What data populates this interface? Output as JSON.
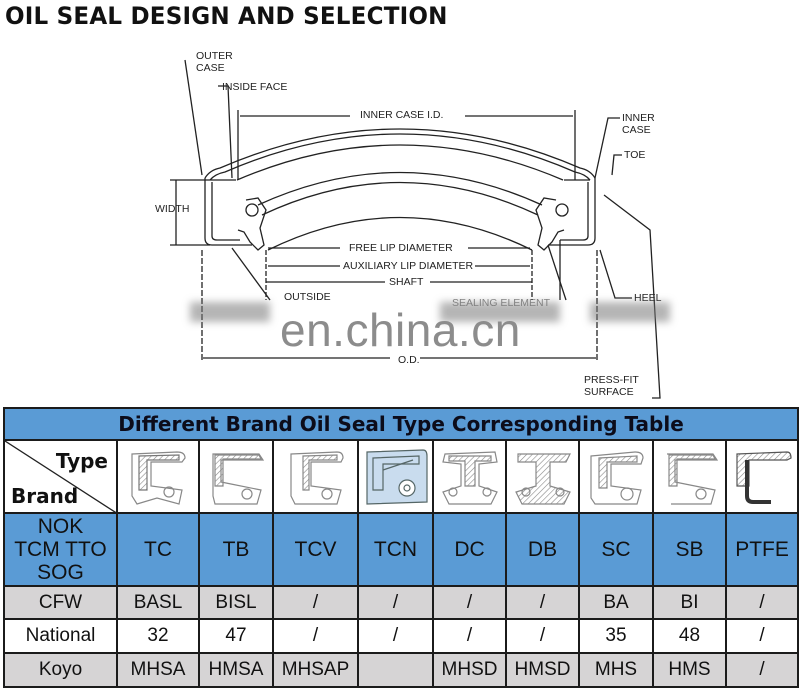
{
  "page_title": "OIL SEAL DESIGN AND SELECTION",
  "diagram": {
    "labels": {
      "outer_case": "OUTER\nCASE",
      "outer_case_l1": "OUTER",
      "outer_case_l2": "CASE",
      "inside_face": "INSIDE FACE",
      "inner_case_id": "INNER CASE I.D.",
      "inner_case_l1": "INNER",
      "inner_case_l2": "CASE",
      "toe": "TOE",
      "width": "WIDTH",
      "free_lip_diameter": "FREE LIP DIAMETER",
      "auxiliary_lip_diameter": "AUXILIARY LIP DIAMETER",
      "shaft": "SHAFT",
      "outside": "OUTSIDE",
      "sealing_element": "SEALING ELEMENT",
      "heel": "HEEL",
      "od": "O.D.",
      "press_fit_l1": "PRESS-FIT",
      "press_fit_l2": "SURFACE"
    },
    "watermark": "en.china.cn"
  },
  "table": {
    "title": "Different Brand Oil Seal Type Corresponding Table",
    "corner_type": "Type",
    "corner_brand": "Brand",
    "type_icons": [
      "seal-tc-icon",
      "seal-tb-icon",
      "seal-tcv-icon",
      "seal-tcn-icon",
      "seal-dc-icon",
      "seal-db-icon",
      "seal-sc-icon",
      "seal-sb-icon",
      "seal-ptfe-icon"
    ],
    "colors": {
      "header_blue": "#5a9bd5",
      "row_grey": "#d6d4d5",
      "border": "#1b1b1b"
    },
    "rows": [
      {
        "brand": "NOK TCM TTO SOG",
        "brand_lines": [
          "NOK",
          "TCM TTO",
          "SOG"
        ],
        "values": [
          "TC",
          "TB",
          "TCV",
          "TCN",
          "DC",
          "DB",
          "SC",
          "SB",
          "PTFE"
        ]
      },
      {
        "brand": "CFW",
        "values": [
          "BASL",
          "BISL",
          "/",
          "/",
          "/",
          "/",
          "BA",
          "BI",
          "/"
        ]
      },
      {
        "brand": "National",
        "values": [
          "32",
          "47",
          "/",
          "/",
          "/",
          "/",
          "35",
          "48",
          "/"
        ]
      },
      {
        "brand": "Koyo",
        "values": [
          "MHSA",
          "HMSA",
          "MHSAP",
          "",
          "MHSD",
          "HMSD",
          "MHS",
          "HMS",
          "/"
        ]
      }
    ]
  }
}
